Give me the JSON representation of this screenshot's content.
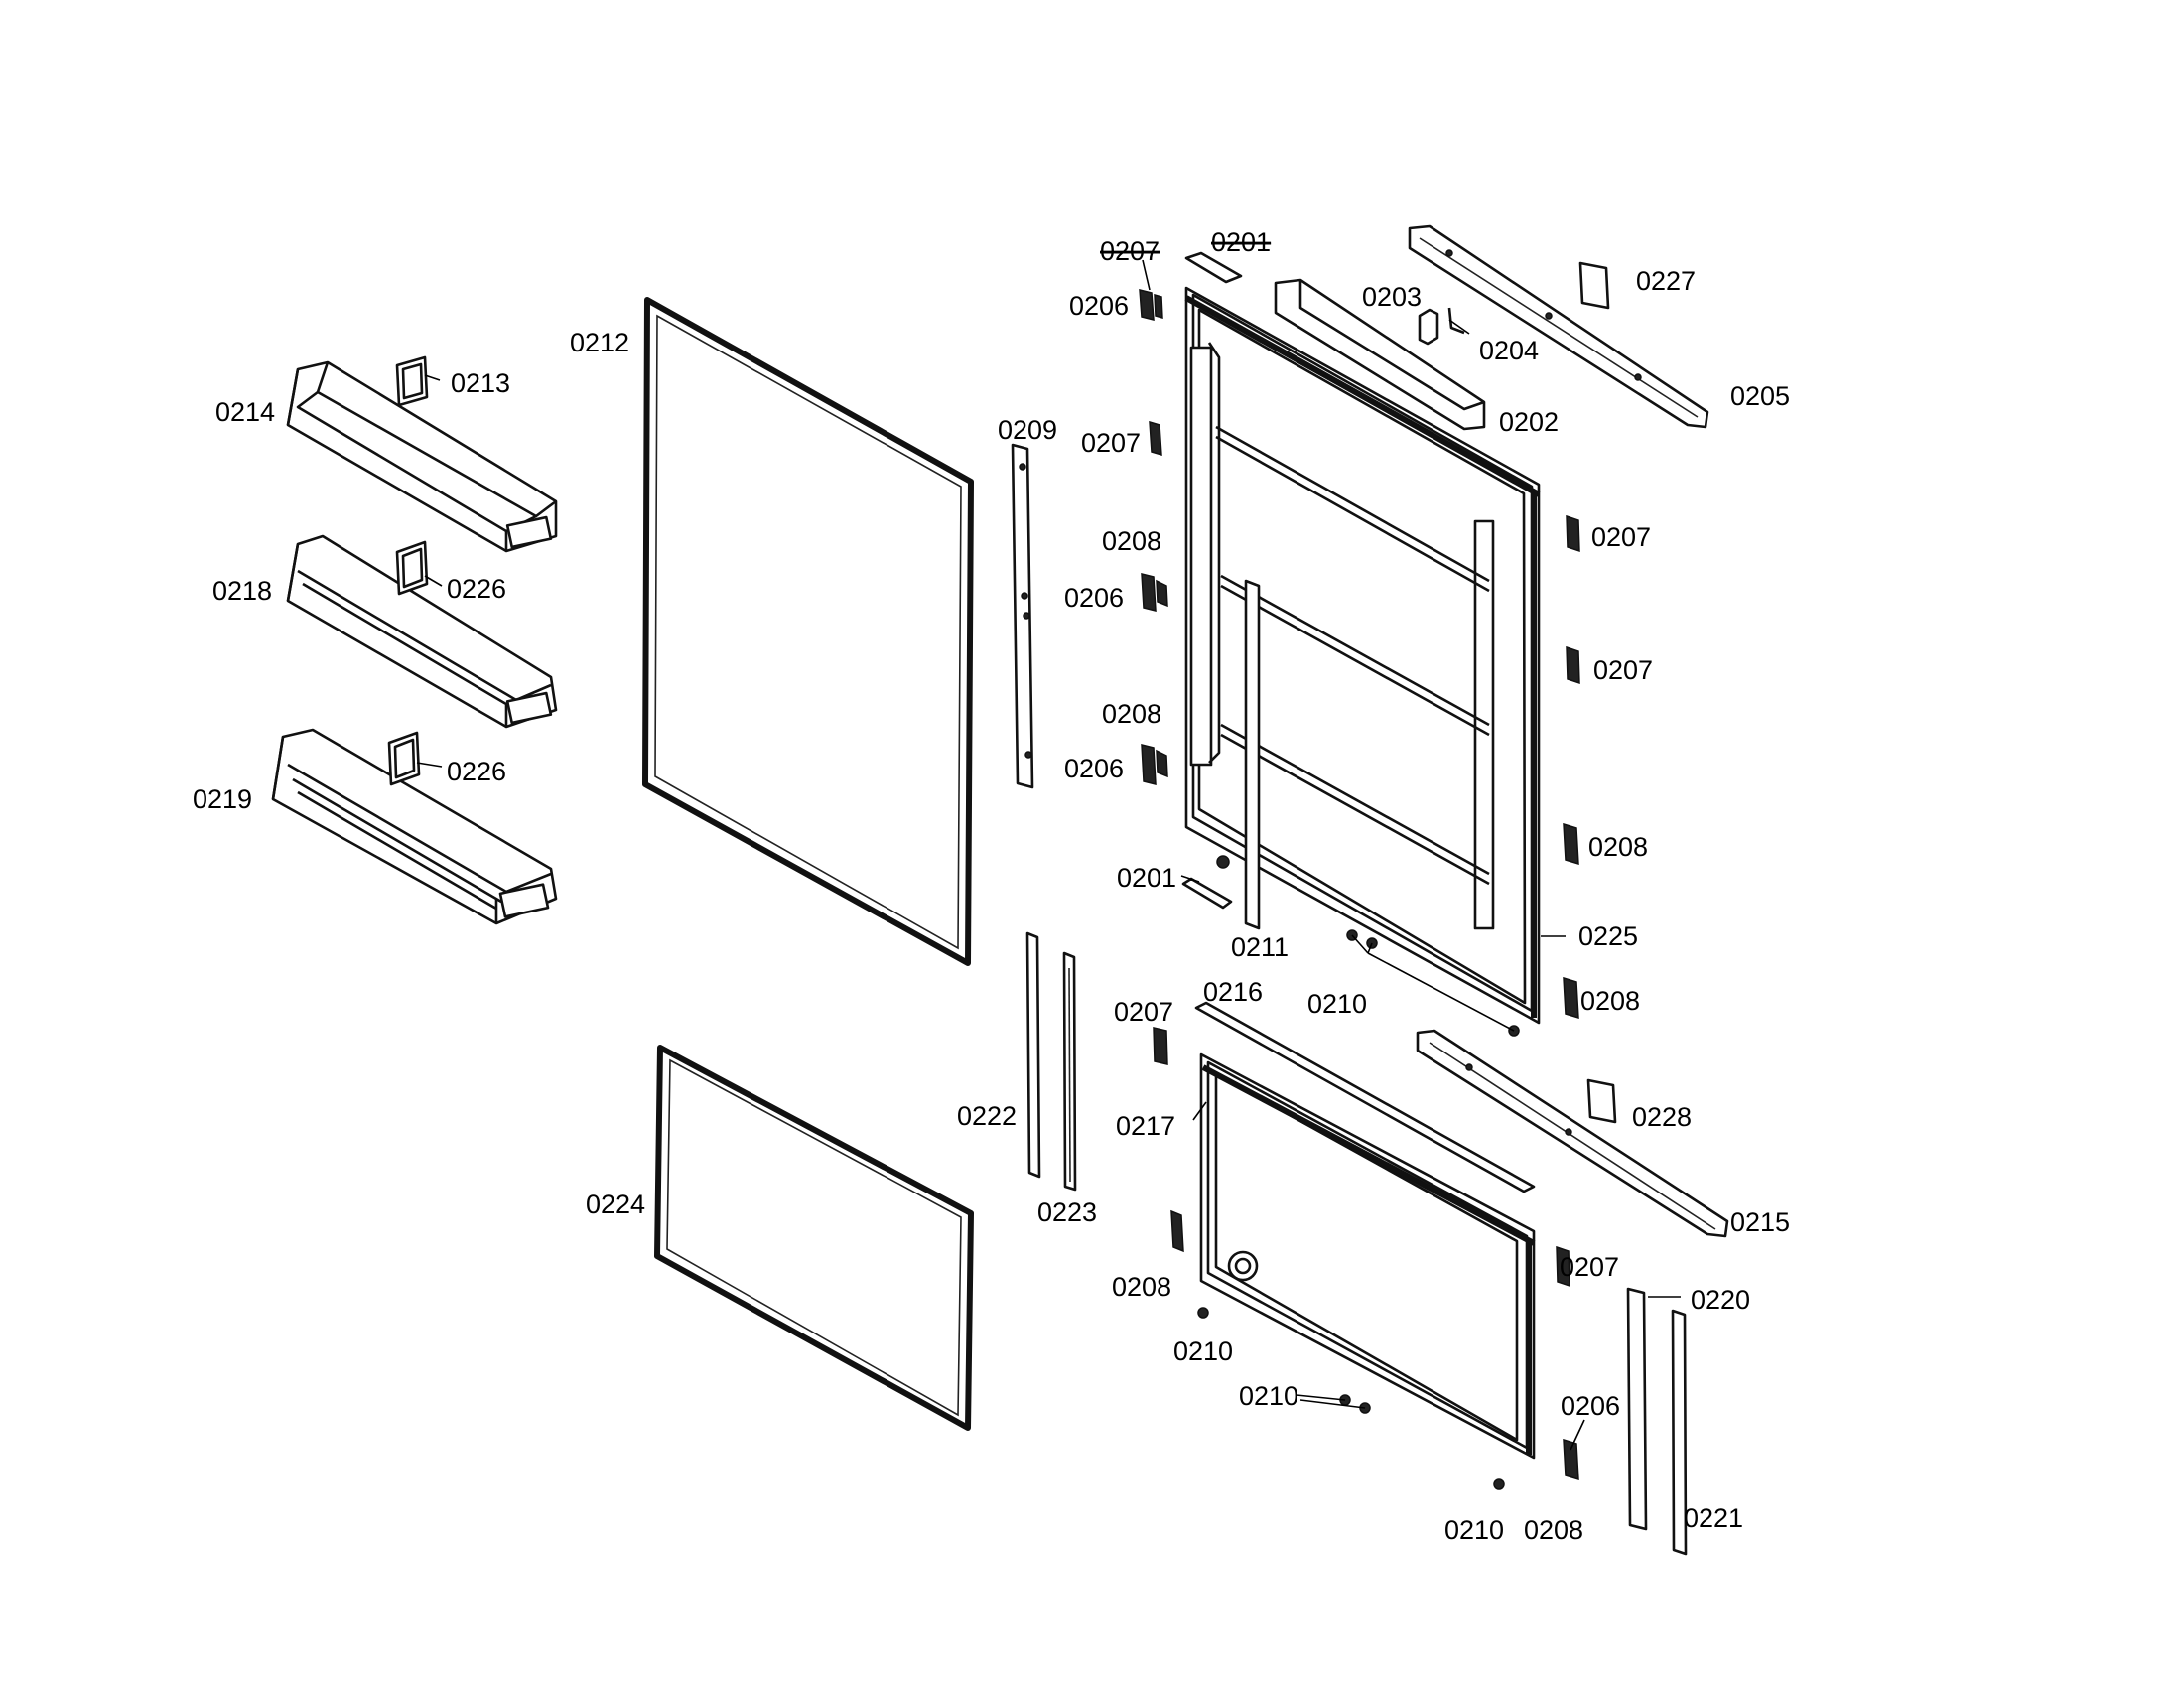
{
  "labels": {
    "l0201a": "0201",
    "l0201b": "0201",
    "l0202": "0202",
    "l0203": "0203",
    "l0204": "0204",
    "l0205": "0205",
    "l0206a": "0206",
    "l0206b": "0206",
    "l0206c": "0206",
    "l0206d": "0206",
    "l0207a": "0207",
    "l0207b": "0207",
    "l0207c": "0207",
    "l0207d": "0207",
    "l0207e": "0207",
    "l0207f": "0207",
    "l0208a": "0208",
    "l0208b": "0208",
    "l0208c": "0208",
    "l0208d": "0208",
    "l0208e": "0208",
    "l0208f": "0208",
    "l0209": "0209",
    "l0210a": "0210",
    "l0210b": "0210",
    "l0210c": "0210",
    "l0210d": "0210",
    "l0211": "0211",
    "l0212": "0212",
    "l0213": "0213",
    "l0214": "0214",
    "l0215": "0215",
    "l0216": "0216",
    "l0217": "0217",
    "l0218": "0218",
    "l0219": "0219",
    "l0220": "0220",
    "l0221": "0221",
    "l0222": "0222",
    "l0223": "0223",
    "l0224": "0224",
    "l0225": "0225",
    "l0226a": "0226",
    "l0226b": "0226",
    "l0227": "0227",
    "l0228": "0228"
  }
}
